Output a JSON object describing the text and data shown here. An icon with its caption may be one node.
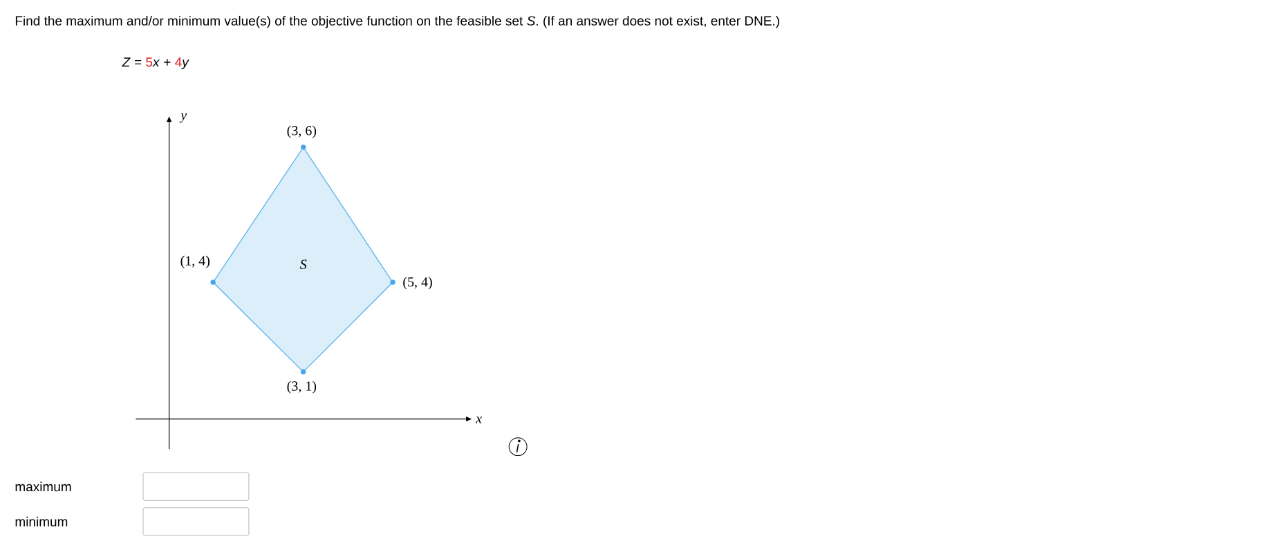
{
  "diagram": {
    "title": "Find the maximum and/or minimum value(s) of the objective function on the feasible set *S*. (If an answer does not exist, enter DNE.)",
    "nodes": [
      {
        "text": [
          "S"
        ]
      }
    ],
    "labels": [
      "*Z* =",
      "5",
      "*x* +",
      "4",
      "*y*",
      "y",
      "(3, 6)",
      "(1, 4)",
      "(5, 4)",
      "(3, 1)",
      "x",
      "maximum",
      "minimum"
    ]
  }
}
